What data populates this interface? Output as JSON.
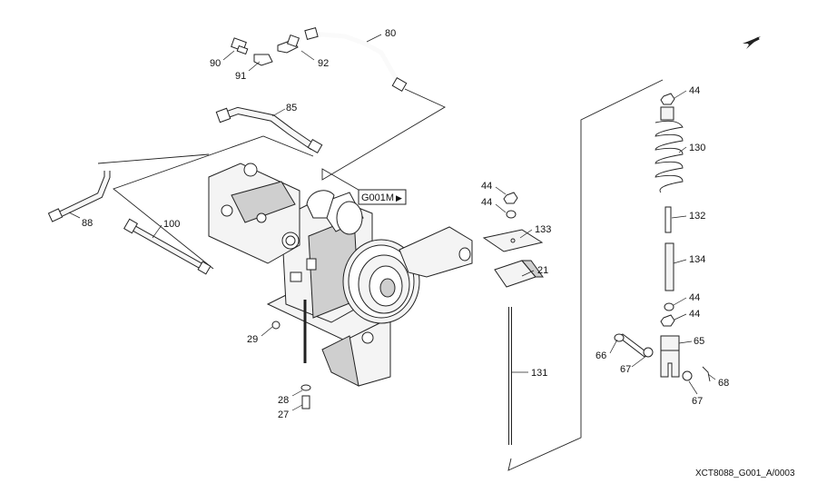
{
  "labels": {
    "l80": "80",
    "l90": "90",
    "l91": "91",
    "l92": "92",
    "l85": "85",
    "l88": "88",
    "l100": "100",
    "l29": "29",
    "l28": "28",
    "l27": "27",
    "l44a": "44",
    "l44b": "44",
    "l133": "133",
    "l21": "21",
    "l131": "131",
    "l44c": "44",
    "l130": "130",
    "l132": "132",
    "l134": "134",
    "l44d": "44",
    "l44e": "44",
    "l65": "65",
    "l66": "66",
    "l67a": "67",
    "l67b": "67",
    "l68": "68"
  },
  "ref_box": "G001M",
  "ref_arrow": "▶",
  "footer_code": "XCT8088_G001_A/0003",
  "icons": {
    "direction": "direction-arrow-icon"
  }
}
